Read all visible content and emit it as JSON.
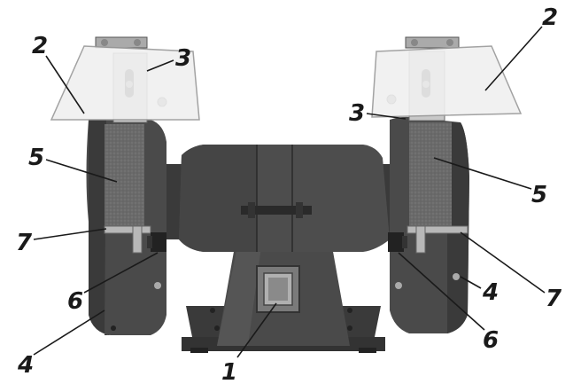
{
  "figure": {
    "palette": {
      "body": "#4a4a4a",
      "body_dark": "#2e2e2e",
      "body_light": "#5c5c5c",
      "wheel": "#6e6e6e",
      "shield": "#e6e6e6",
      "metal": "#b5b5b5",
      "switch": "#9a9a9a",
      "text": "#1a1a1a"
    },
    "callouts": {
      "1": "1",
      "2": "2",
      "3": "3",
      "4": "4",
      "5": "5",
      "6": "6",
      "7": "7"
    }
  }
}
